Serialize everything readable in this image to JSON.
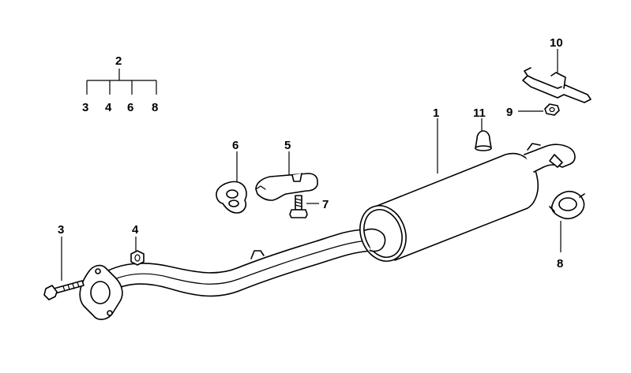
{
  "diagram": {
    "group": {
      "label": "2",
      "members": [
        "3",
        "4",
        "6",
        "8"
      ]
    },
    "callouts": {
      "c1": "1",
      "c3": "3",
      "c4": "4",
      "c5": "5",
      "c6": "6",
      "c7": "7",
      "c8": "8",
      "c9": "9",
      "c10": "10",
      "c11": "11"
    }
  }
}
